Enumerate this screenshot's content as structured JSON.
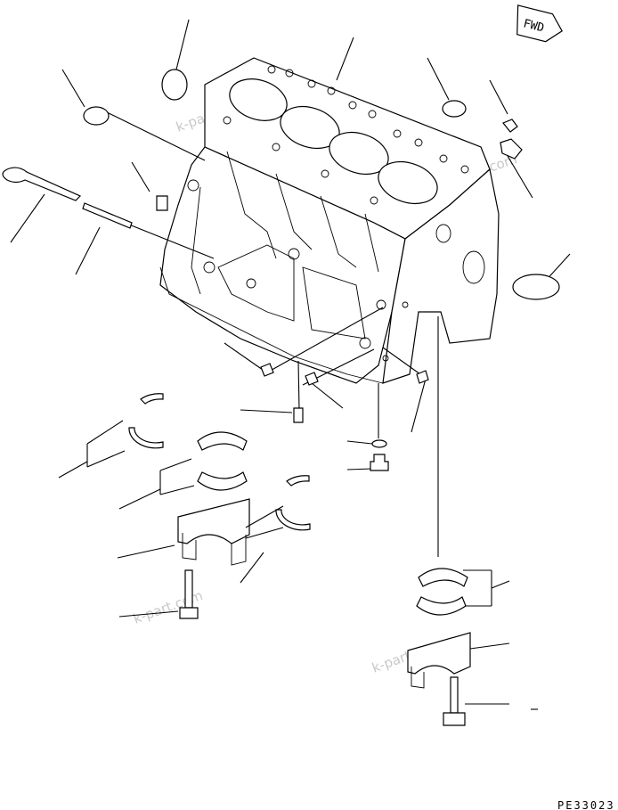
{
  "diagram": {
    "fwd_label": "FWD",
    "watermark": "k-part.com",
    "drawing_code": "PE33023"
  }
}
